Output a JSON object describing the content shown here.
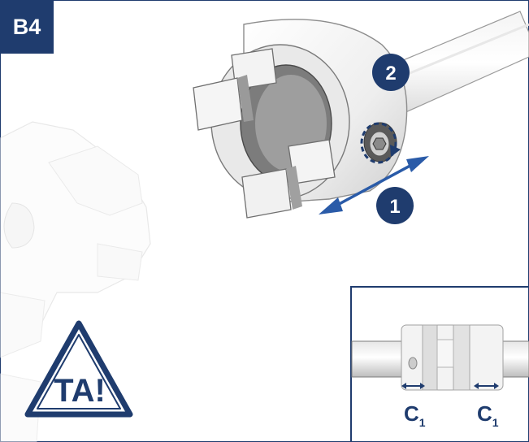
{
  "step": {
    "label": "B4"
  },
  "callouts": [
    {
      "number": "1",
      "color": "#1f3c6e"
    },
    {
      "number": "2",
      "color": "#1f3c6e"
    }
  ],
  "warning": {
    "text": "TA!",
    "color": "#1f3c6e"
  },
  "inset": {
    "labels": [
      "C",
      "C"
    ],
    "subscripts": [
      "1",
      "1"
    ]
  },
  "colors": {
    "accent": "#1f3c6e",
    "arrow": "#2a5ba8"
  },
  "icons": [
    "double-arrow-icon",
    "rotate-arrow-icon",
    "warning-triangle-icon",
    "dimension-arrow-icon"
  ]
}
